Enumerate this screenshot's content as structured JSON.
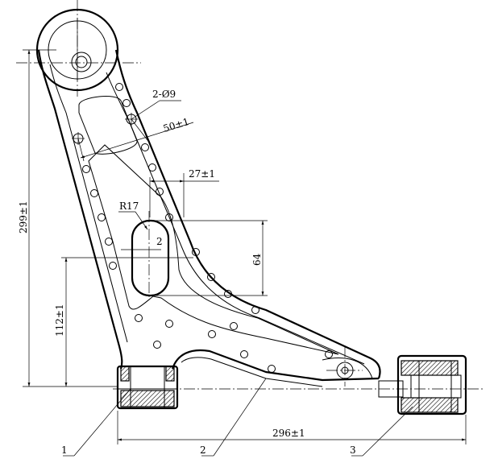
{
  "dimensions": {
    "holes_spec": "2-Ø9",
    "holes_spacing": "50±1",
    "offset_upper": "27±1",
    "slot_radius": "R17",
    "slot_small": "2",
    "slot_height": "64",
    "overall_height": "299±1",
    "lower_height": "112±1",
    "overall_width": "296±1"
  },
  "callouts": [
    {
      "label": "1"
    },
    {
      "label": "2"
    },
    {
      "label": "3"
    }
  ]
}
